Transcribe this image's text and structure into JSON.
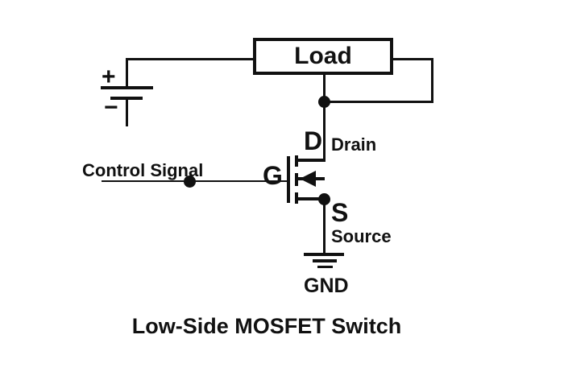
{
  "diagram": {
    "title": "Low-Side MOSFET Switch",
    "load": {
      "label": "Load"
    },
    "battery": {
      "plus_sign": "+",
      "minus_sign": "−"
    },
    "control": {
      "label": "Control Signal"
    },
    "mosfet": {
      "gate_letter": "G",
      "drain_letter": "D",
      "drain_label": "Drain",
      "source_letter": "S",
      "source_label": "Source"
    },
    "ground": {
      "label": "GND"
    }
  },
  "icons": {
    "mosfet_arrow": "left-pointing-triangle",
    "junction_dots": 3
  },
  "colors": {
    "line": "#111111",
    "background": "#ffffff"
  }
}
